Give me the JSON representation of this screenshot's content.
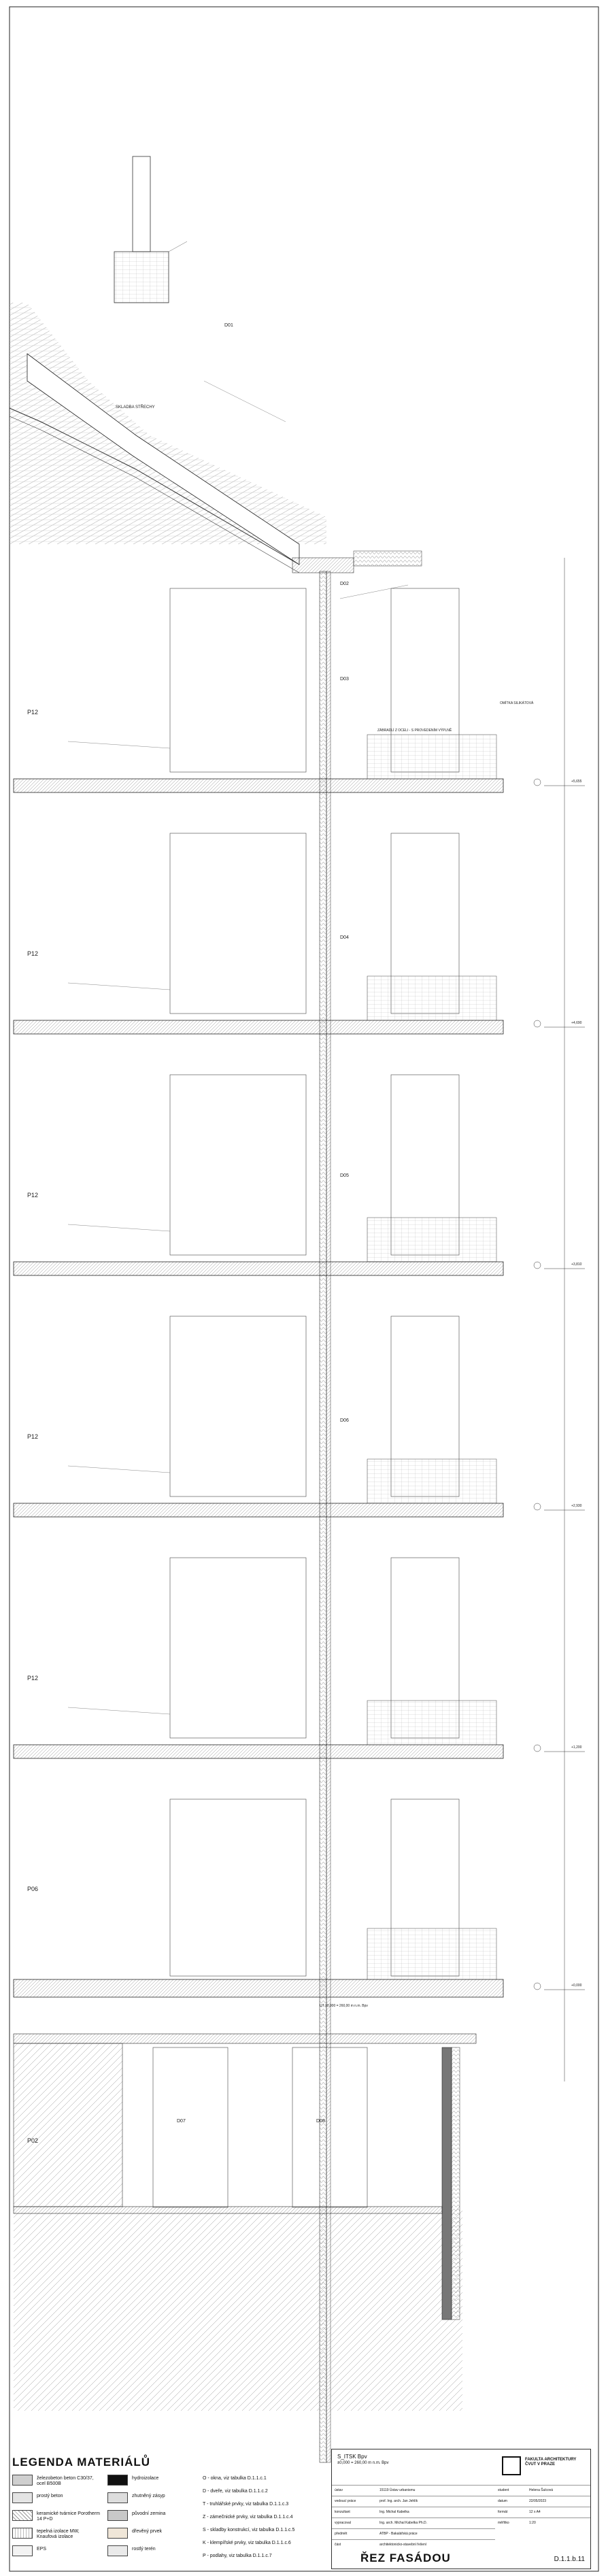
{
  "drawing": {
    "stamp_top": "ŘEZ FASÁDOU",
    "dims_left": [
      "+5,655",
      "+4,690",
      "+3,810",
      "+2,930",
      "+1,200",
      "+0,000"
    ],
    "tags": [
      "P12",
      "P12",
      "P12",
      "P12",
      "P12",
      "P06",
      "P02",
      "D01",
      "D02",
      "D03",
      "D04",
      "D05",
      "D06",
      "D07",
      "D08"
    ],
    "balcony_note": "ZÁBRADLÍ Z OCELI - S PROVEDENÍM VÝPLNĚ",
    "wall_note": "OMÍTKA SILIKÁTOVÁ",
    "roof_note": "SKLADBA STŘECHY",
    "ground_label": "UT ±0,000 = 260,00 m n.m. Bpv"
  },
  "legend": {
    "title": "LEGENDA MATERIÁLŮ",
    "items": [
      {
        "label": "železobeton beton C30/37, ocel B500B"
      },
      {
        "label": "prostý beton"
      },
      {
        "label": "keramické tvárnice Porotherm 14 P+D"
      },
      {
        "label": "tepelná izolace MW, Knaufová izolace"
      },
      {
        "label": "EPS"
      },
      {
        "label": "hydroizolace"
      },
      {
        "label": "zhutněný zásyp"
      },
      {
        "label": "původní zemina"
      },
      {
        "label": "dřevěný prvek"
      },
      {
        "label": "rostlý terén"
      },
      {
        "label": "O - okna, viz tabulka D.1.1.c.1"
      },
      {
        "label": "D - dveře, viz tabulka D.1.1.c.2"
      },
      {
        "label": "T - truhlářské prvky, viz tabulka D.1.1.c.3"
      },
      {
        "label": "Z - zámečnické prvky, viz tabulka D.1.1.c.4"
      },
      {
        "label": "S - skladby konstrukcí, viz tabulka D.1.1.c.5"
      },
      {
        "label": "K - klempířské prvky, viz tabulka D.1.1.c.6"
      },
      {
        "label": "P - podlahy, viz tabulka D.1.1.c.7"
      }
    ]
  },
  "titleblock": {
    "project": "S_ITSK Bpv",
    "scale_note": "±0,000 = 260,00 m n.m. Bpv",
    "faculty": "FAKULTA ARCHITEKTURY ČVUT V PRAZE",
    "rows": [
      {
        "k": "ústav",
        "v": "15119 Ústav urbanismu"
      },
      {
        "k": "vedoucí práce",
        "v": "prof. Ing. arch. Jan Jehlík"
      },
      {
        "k": "konzultant",
        "v": "Ing. Michal Kabelka"
      },
      {
        "k": "vypracoval",
        "v": "Ing. arch. Michal Kabelka Ph.D."
      },
      {
        "k": "předmět",
        "v": "ATBP - Bakalářská práce"
      },
      {
        "k": "část",
        "v": "architektonicko-stavební řešení"
      },
      {
        "k": "student",
        "v": "Helena Šulcová"
      },
      {
        "k": "datum",
        "v": "22/05/2023"
      },
      {
        "k": "formát",
        "v": "12 x A4"
      },
      {
        "k": "měřítko",
        "v": "1:20"
      }
    ],
    "title": "ŘEZ FASÁDOU",
    "number": "D.1.1.b.11"
  }
}
